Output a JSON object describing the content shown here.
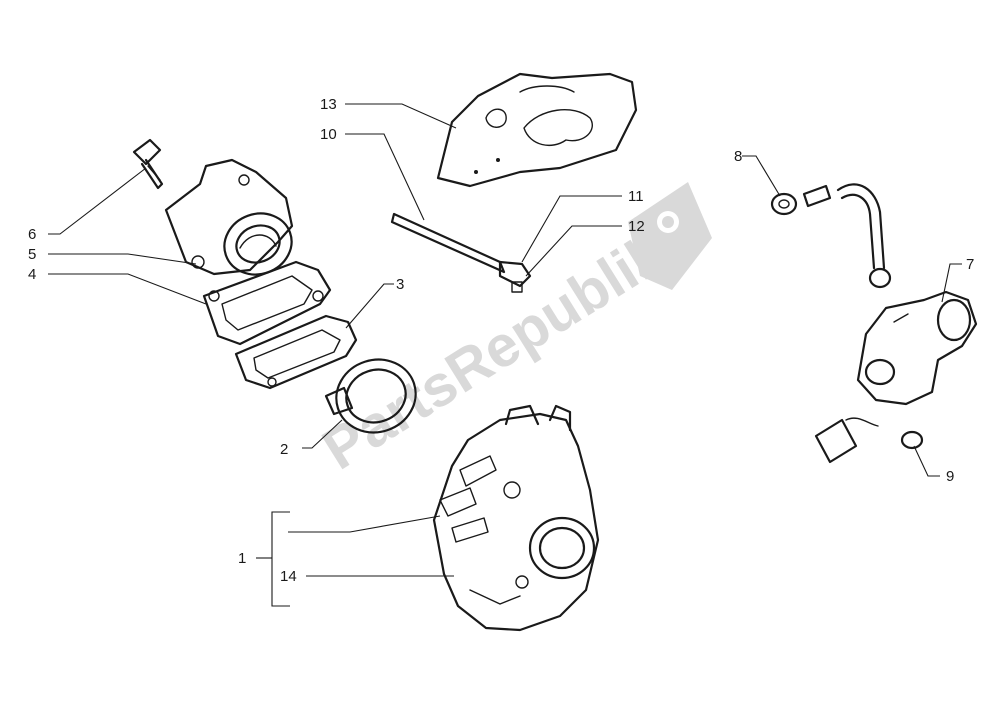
{
  "watermark": {
    "text": "PartsRepublik"
  },
  "callouts": {
    "c1": "1",
    "c2": "2",
    "c3": "3",
    "c4": "4",
    "c5": "5",
    "c6": "6",
    "c7": "7",
    "c8": "8",
    "c9": "9",
    "c10": "10",
    "c11": "11",
    "c12": "12",
    "c13": "13",
    "c14": "14"
  }
}
